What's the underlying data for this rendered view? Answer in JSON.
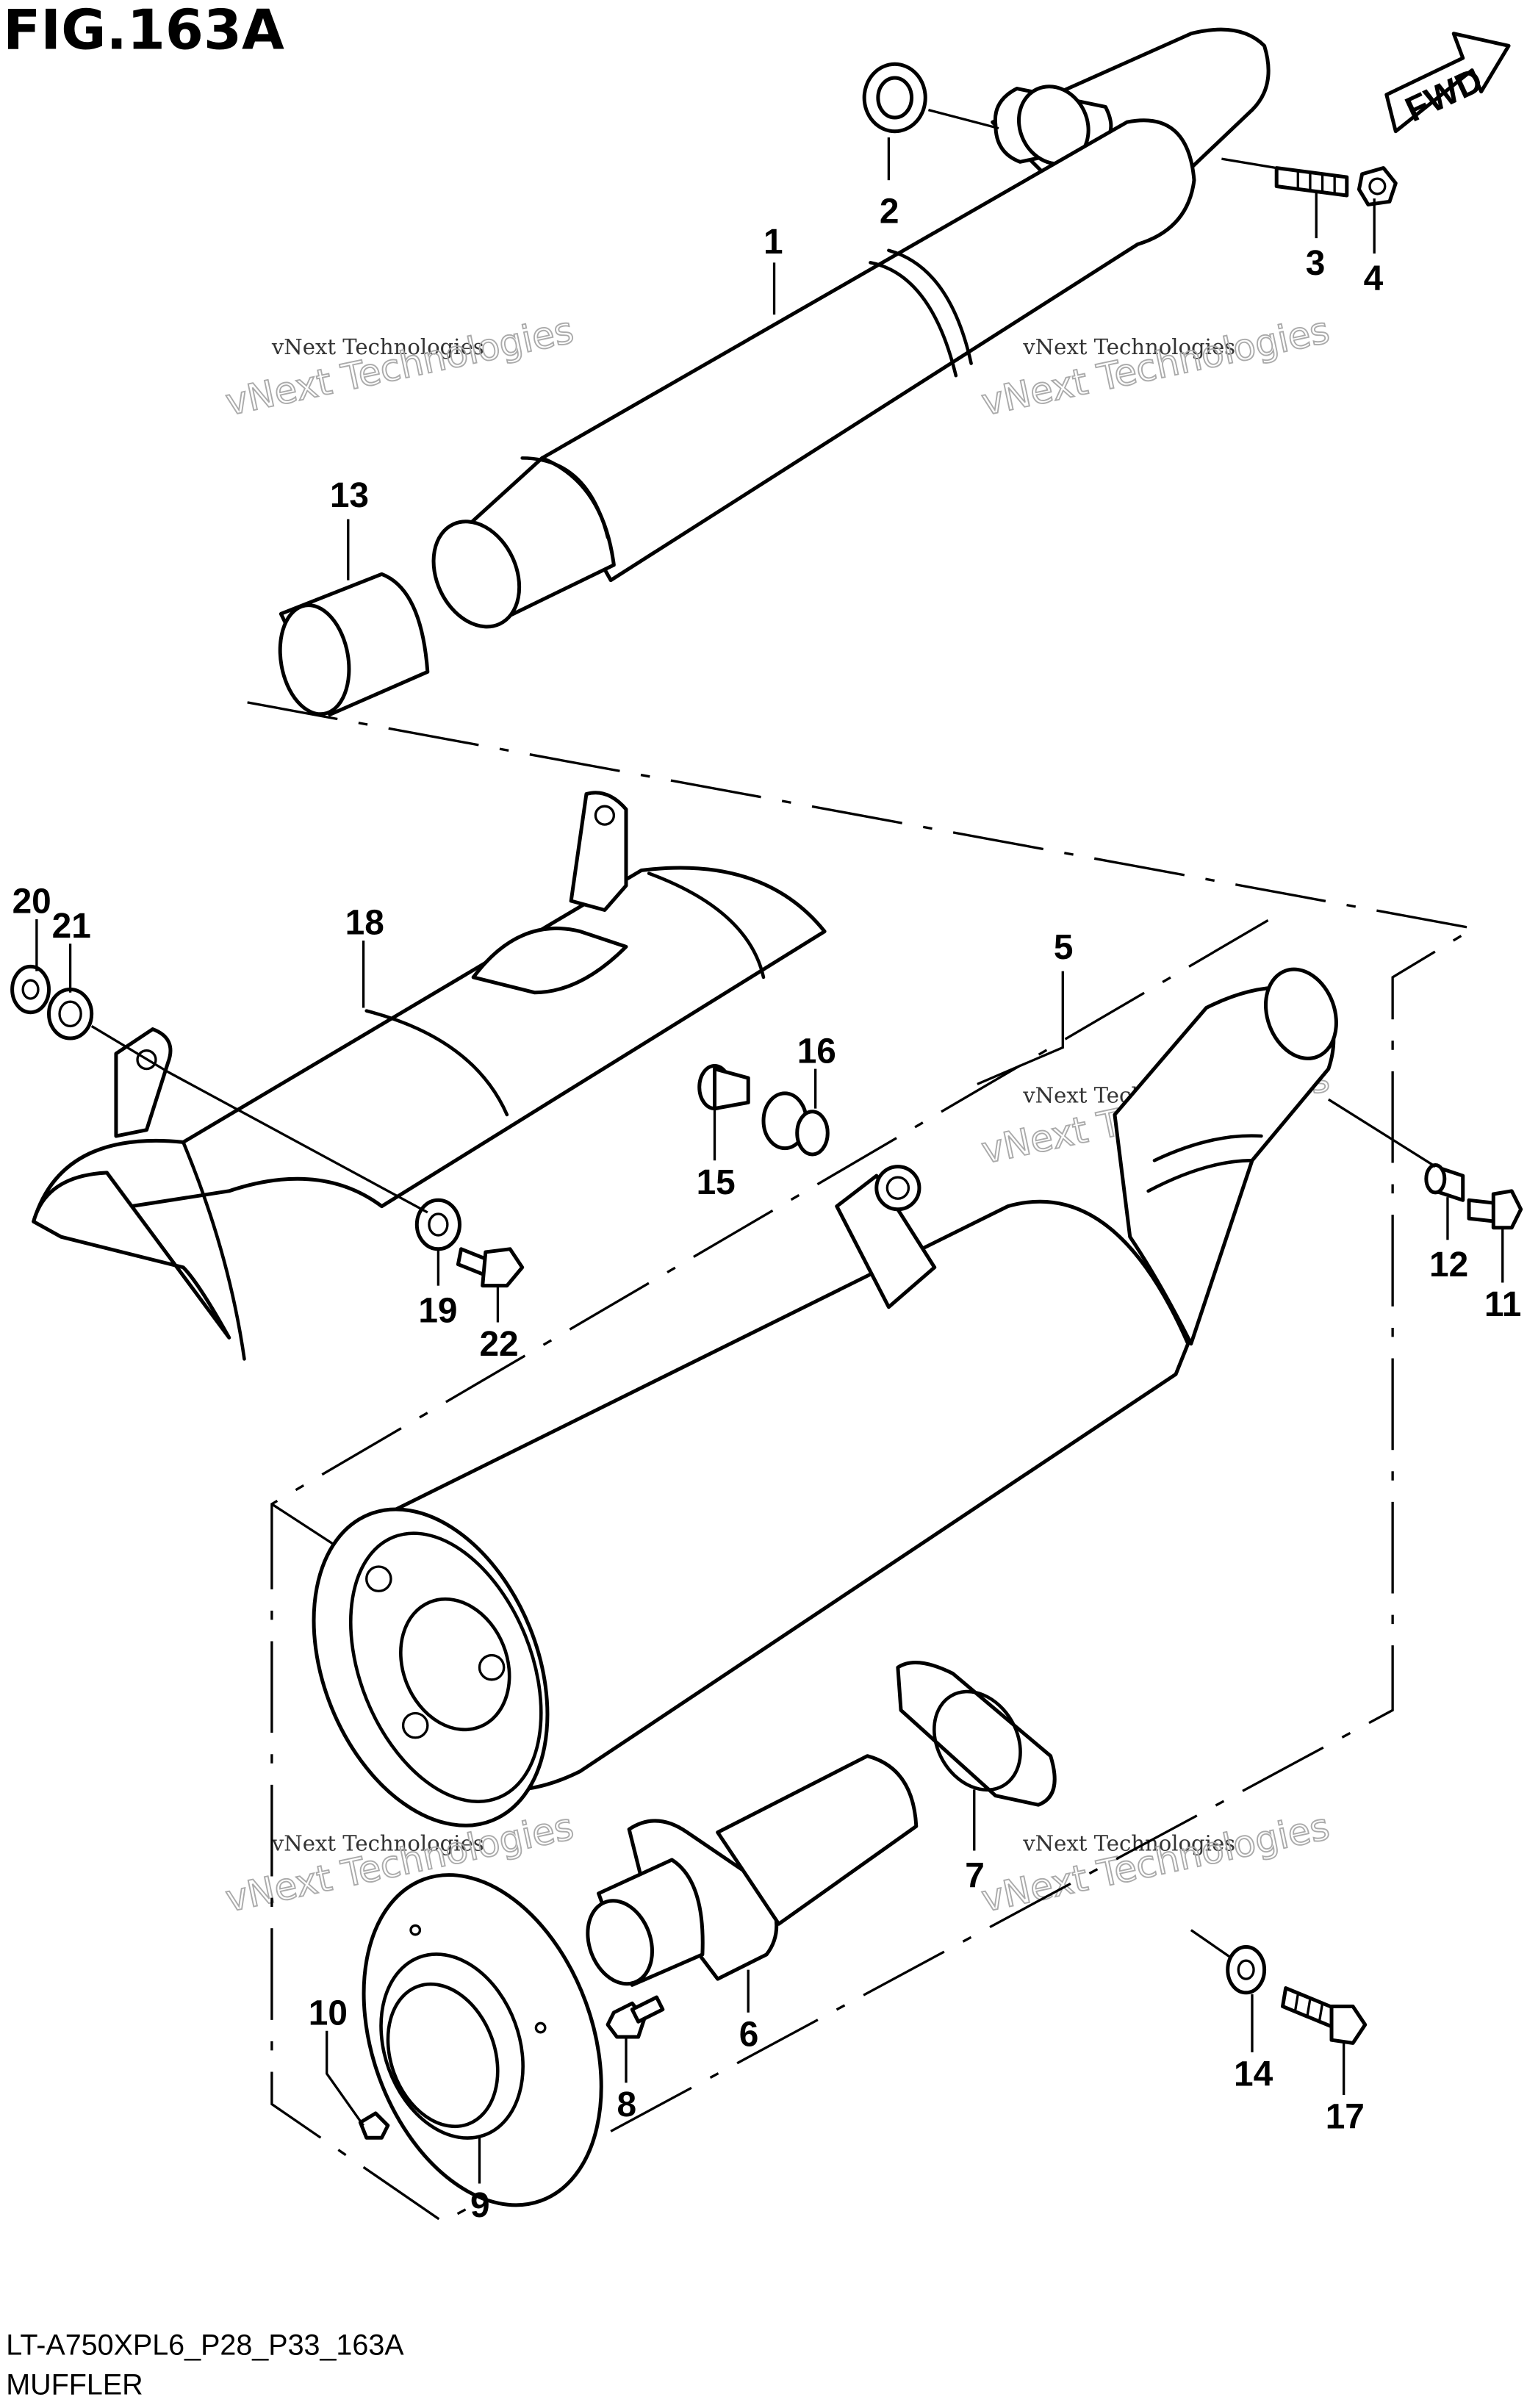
{
  "figure": {
    "title": "FIG.163A",
    "code": "LT-A750XPL6_P28_P33_163A",
    "name": "MUFFLER"
  },
  "fwd_badge": "FWD",
  "watermark": {
    "line1": "vNext Technologies",
    "line2": "vNext Technologies"
  },
  "callouts": [
    "1",
    "2",
    "3",
    "4",
    "5",
    "6",
    "7",
    "8",
    "9",
    "10",
    "11",
    "12",
    "13",
    "14",
    "15",
    "16",
    "17",
    "18",
    "19",
    "20",
    "21",
    "22"
  ]
}
